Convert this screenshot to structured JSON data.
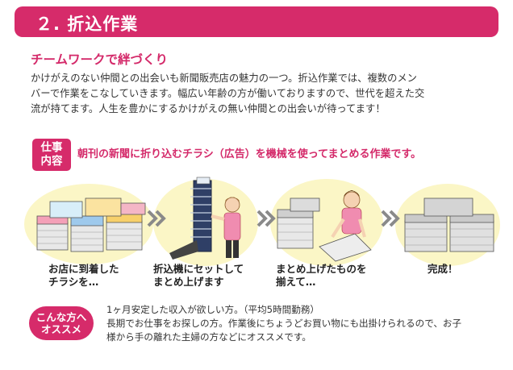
{
  "header": {
    "title": "２. 折込作業"
  },
  "section": {
    "subtitle": "チームワークで絆づくり",
    "intro_lines": [
      "かけがえのない仲間との出会いも新聞販売店の魅力の一つ。折込作業では、複数のメン",
      "バーで作業をこなしていきます。幅広い年齢の方が働いておりますので、世代を超えた交",
      "流が持てます。人生を豊かにするかけがえの無い仲間との出会いが待ってます！"
    ]
  },
  "job": {
    "badge_line1": "仕事",
    "badge_line2": "内容",
    "description": "朝刊の新聞に折り込むチラシ（広告）を機械を使ってまとめる作業です。"
  },
  "steps": [
    {
      "line1": "お店に到着した",
      "line2": "チラシを…"
    },
    {
      "line1": "折込機にセットして",
      "line2": "まとめ上げます"
    },
    {
      "line1": "まとめ上げたものを",
      "line2": "揃えて…"
    },
    {
      "line1": "完成！",
      "line2": ""
    }
  ],
  "recommend": {
    "badge_line1": "こんな方へ",
    "badge_line2": "オススメ",
    "lines": [
      "1ヶ月安定した収入が欲しい方。（平均5時間勤務）",
      "長期でお仕事をお探しの方。作業後にちょうどお買い物にも出掛けられるので、お子",
      "様から手の離れた主婦の方などにオススメです。"
    ]
  },
  "colors": {
    "accent": "#d62b6a",
    "blob": "#fbf6c6",
    "chevron": "#8a8a8a"
  }
}
